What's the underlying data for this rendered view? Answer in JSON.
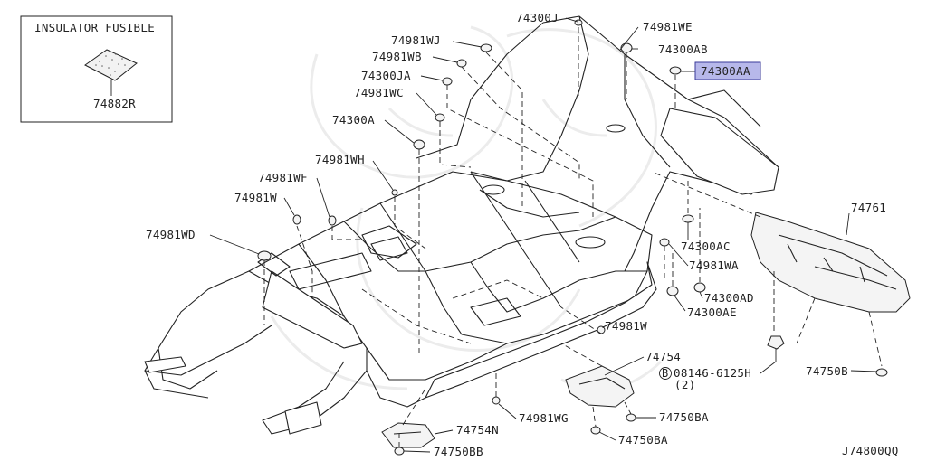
{
  "inset": {
    "title": "INSULATOR FUSIBLE",
    "part_number": "74882R"
  },
  "callouts": [
    {
      "id": "74300J",
      "text": "74300J"
    },
    {
      "id": "74981WE",
      "text": "74981WE"
    },
    {
      "id": "74981WJ",
      "text": "74981WJ"
    },
    {
      "id": "74300AB",
      "text": "74300AB"
    },
    {
      "id": "74981WB",
      "text": "74981WB"
    },
    {
      "id": "74300AA",
      "text": "74300AA",
      "highlighted": true
    },
    {
      "id": "74300JA",
      "text": "74300JA"
    },
    {
      "id": "74981WC",
      "text": "74981WC"
    },
    {
      "id": "74300A",
      "text": "74300A"
    },
    {
      "id": "74981WH",
      "text": "74981WH"
    },
    {
      "id": "74981WF",
      "text": "74981WF"
    },
    {
      "id": "74981W_left",
      "text": "74981W"
    },
    {
      "id": "74981WD",
      "text": "74981WD"
    },
    {
      "id": "74761",
      "text": "74761"
    },
    {
      "id": "74300AC",
      "text": "74300AC"
    },
    {
      "id": "74981WA",
      "text": "74981WA"
    },
    {
      "id": "74300AD",
      "text": "74300AD"
    },
    {
      "id": "74300AE",
      "text": "74300AE"
    },
    {
      "id": "74981W_right",
      "text": "74981W"
    },
    {
      "id": "74754",
      "text": "74754"
    },
    {
      "id": "08146-6125H",
      "text": "08146-6125H"
    },
    {
      "id": "bolt_qty",
      "text": "(2)"
    },
    {
      "id": "74750B",
      "text": "74750B"
    },
    {
      "id": "74981WG",
      "text": "74981WG"
    },
    {
      "id": "74750BA_1",
      "text": "74750BA"
    },
    {
      "id": "74754N",
      "text": "74754N"
    },
    {
      "id": "74750BA_2",
      "text": "74750BA"
    },
    {
      "id": "74750BB",
      "text": "74750BB"
    }
  ],
  "bolt_prefix": "B",
  "diagram_code": "J74800QQ",
  "colors": {
    "highlight_fill": "#b7b8ea",
    "line": "#222222"
  }
}
